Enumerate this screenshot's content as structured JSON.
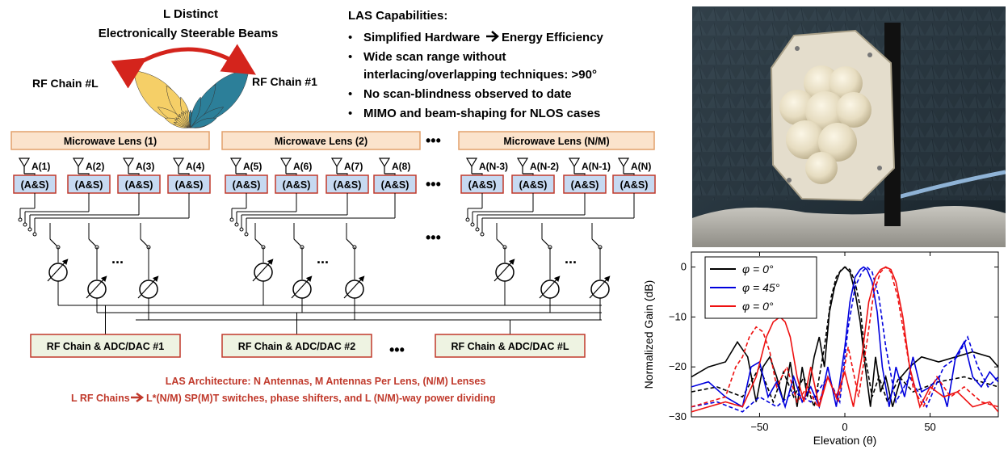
{
  "beams": {
    "title_line1": "L Distinct",
    "title_line2": "Electronically Steerable Beams",
    "rf_chain_left": "RF Chain #L",
    "rf_chain_right": "RF Chain #1"
  },
  "capabilities": {
    "title": "LAS Capabilities:",
    "items": [
      "Simplified Hardware",
      "Energy Efficiency",
      "Wide scan range without",
      "interlacing/overlapping techniques: >90°",
      "No scan-blindness observed to date",
      "MIMO and beam-shaping for NLOS cases"
    ]
  },
  "lenses": [
    "Microwave Lens (1)",
    "Microwave Lens (2)",
    "Microwave Lens (N/M)"
  ],
  "antennas": [
    [
      "A(1)",
      "A(2)",
      "A(3)",
      "A(4)"
    ],
    [
      "A(5)",
      "A(6)",
      "A(7)",
      "A(8)"
    ],
    [
      "A(N-3)",
      "A(N-2)",
      "A(N-1)",
      "A(N)"
    ]
  ],
  "as_block_label": "(A&S)",
  "ellipsis": "•••",
  "switch_ellipsis": "...",
  "rf_chains": [
    "RF Chain & ADC/DAC #1",
    "RF Chain & ADC/DAC #2",
    "RF Chain & ADC/DAC #L"
  ],
  "caption": {
    "line1": "LAS Architecture: N Antennas, M Antennas Per Lens, (N/M) Lenses",
    "line2_prefix": "L RF Chains",
    "line2_suffix": "L*(N/M) SP(M)T switches, phase shifters, and L (N/M)-way power dividing"
  },
  "colors": {
    "lens_fill": "#fbe3cc",
    "lens_border": "#e2a06b",
    "as_fill": "#c6d9f1",
    "as_border": "#c0392b",
    "rf_fill": "#eef3e2",
    "rf_border": "#c0392b",
    "caption": "#c0392b",
    "beam_yellow": "#f5cf67",
    "beam_teal": "#2c7f99",
    "arrow_red": "#d4241c"
  },
  "chart_data": {
    "type": "line",
    "xlabel": "Elevation (θ)",
    "ylabel": "Normalized Gain (dB)",
    "xlim": [
      -90,
      90
    ],
    "ylim": [
      -30,
      3
    ],
    "xticks": [
      -50,
      0,
      50
    ],
    "yticks": [
      0,
      -10,
      -20,
      -30
    ],
    "tick_labels_x": [
      "−50",
      "0",
      "50"
    ],
    "tick_labels_y": [
      "0",
      "−10",
      "−20",
      "−30"
    ],
    "grid": false,
    "legend_position": "top-left",
    "legend": [
      "φ = 0°",
      "φ = 45°",
      "φ = 0°"
    ],
    "series": [
      {
        "name": "φ = 0°",
        "color": "#000000",
        "style": "solid",
        "x": [
          -90,
          -80,
          -70,
          -63,
          -57,
          -52,
          -48,
          -44,
          -40,
          -36,
          -32,
          -28,
          -25,
          -22,
          -18,
          -15,
          -12,
          -9,
          -6,
          -3,
          0,
          3,
          6,
          9,
          12,
          15,
          18,
          21,
          24,
          28,
          33,
          38,
          45,
          55,
          65,
          75,
          85,
          90
        ],
        "y": [
          -22,
          -20,
          -19,
          -15,
          -18,
          -27,
          -20,
          -18,
          -22,
          -27,
          -19,
          -28,
          -20,
          -26,
          -18,
          -14,
          -20,
          -9,
          -4,
          -1,
          0,
          -1,
          -5,
          -11,
          -20,
          -28,
          -18,
          -25,
          -22,
          -28,
          -22,
          -20,
          -18,
          -19,
          -18,
          -17,
          -18,
          -20
        ]
      },
      {
        "name": "φ = 0°",
        "color": "#000000",
        "style": "dashed",
        "x": [
          -90,
          -75,
          -60,
          -50,
          -42,
          -36,
          -30,
          -24,
          -18,
          -12,
          -8,
          -5,
          -2,
          0,
          3,
          6,
          9,
          12,
          16,
          20,
          25,
          32,
          40,
          55,
          70,
          90
        ],
        "y": [
          -25,
          -24,
          -26,
          -20,
          -27,
          -21,
          -26,
          -22,
          -28,
          -16,
          -6,
          -2,
          -0.5,
          0,
          -0.5,
          -3,
          -8,
          -18,
          -26,
          -22,
          -27,
          -22,
          -25,
          -23,
          -22,
          -24
        ]
      },
      {
        "name": "φ = 45°",
        "color": "#0000dd",
        "style": "solid",
        "x": [
          -90,
          -80,
          -70,
          -60,
          -55,
          -50,
          -45,
          -40,
          -35,
          -30,
          -25,
          -20,
          -15,
          -10,
          -5,
          0,
          3,
          6,
          9,
          11,
          13,
          16,
          19,
          22,
          26,
          30,
          35,
          40,
          45,
          50,
          55,
          60,
          65,
          70,
          75,
          80,
          85,
          90
        ],
        "y": [
          -24,
          -23,
          -26,
          -28,
          -20,
          -19,
          -26,
          -23,
          -28,
          -22,
          -27,
          -24,
          -28,
          -20,
          -28,
          -16,
          -7,
          -2,
          -0.5,
          0,
          -0.5,
          -3,
          -9,
          -20,
          -28,
          -20,
          -26,
          -18,
          -25,
          -24,
          -22,
          -28,
          -18,
          -15,
          -22,
          -24,
          -21,
          -23
        ]
      },
      {
        "name": "φ = 45°",
        "color": "#0000dd",
        "style": "dashed",
        "x": [
          -90,
          -75,
          -60,
          -50,
          -40,
          -30,
          -20,
          -10,
          -3,
          2,
          6,
          10,
          13,
          16,
          20,
          24,
          30,
          38,
          48,
          58,
          66,
          72,
          78,
          84,
          90
        ],
        "y": [
          -28,
          -27,
          -29,
          -26,
          -28,
          -25,
          -27,
          -22,
          -27,
          -12,
          -4,
          -1,
          0,
          -1,
          -6,
          -16,
          -27,
          -22,
          -28,
          -20,
          -18,
          -14,
          -20,
          -24,
          -22
        ]
      },
      {
        "name": "φ = 0°",
        "color": "#ee1111",
        "style": "solid",
        "x": [
          -90,
          -80,
          -70,
          -60,
          -52,
          -46,
          -42,
          -38,
          -35,
          -32,
          -28,
          -24,
          -20,
          -15,
          -10,
          -5,
          0,
          5,
          10,
          14,
          18,
          21,
          24,
          27,
          30,
          34,
          38,
          44,
          50,
          58,
          66,
          75,
          85,
          90
        ],
        "y": [
          -29,
          -28,
          -27,
          -28,
          -22,
          -14,
          -11,
          -10,
          -11,
          -14,
          -22,
          -27,
          -20,
          -28,
          -22,
          -26,
          -21,
          -28,
          -18,
          -7,
          -2,
          -0.5,
          0,
          -0.5,
          -3,
          -10,
          -20,
          -28,
          -24,
          -26,
          -25,
          -28,
          -27,
          -29
        ]
      },
      {
        "name": "φ = 0°",
        "color": "#ee1111",
        "style": "dashed",
        "x": [
          -90,
          -80,
          -70,
          -64,
          -60,
          -56,
          -52,
          -48,
          -44,
          -40,
          -34,
          -28,
          -22,
          -16,
          -10,
          -4,
          2,
          8,
          13,
          17,
          21,
          24,
          27,
          31,
          35,
          40,
          46,
          54,
          62,
          70,
          80,
          90
        ],
        "y": [
          -28,
          -27,
          -26,
          -20,
          -18,
          -14,
          -12,
          -13,
          -17,
          -24,
          -20,
          -27,
          -24,
          -28,
          -22,
          -27,
          -16,
          -26,
          -15,
          -5,
          -1,
          0,
          -1,
          -6,
          -14,
          -24,
          -28,
          -22,
          -26,
          -24,
          -27,
          -28
        ]
      }
    ]
  }
}
